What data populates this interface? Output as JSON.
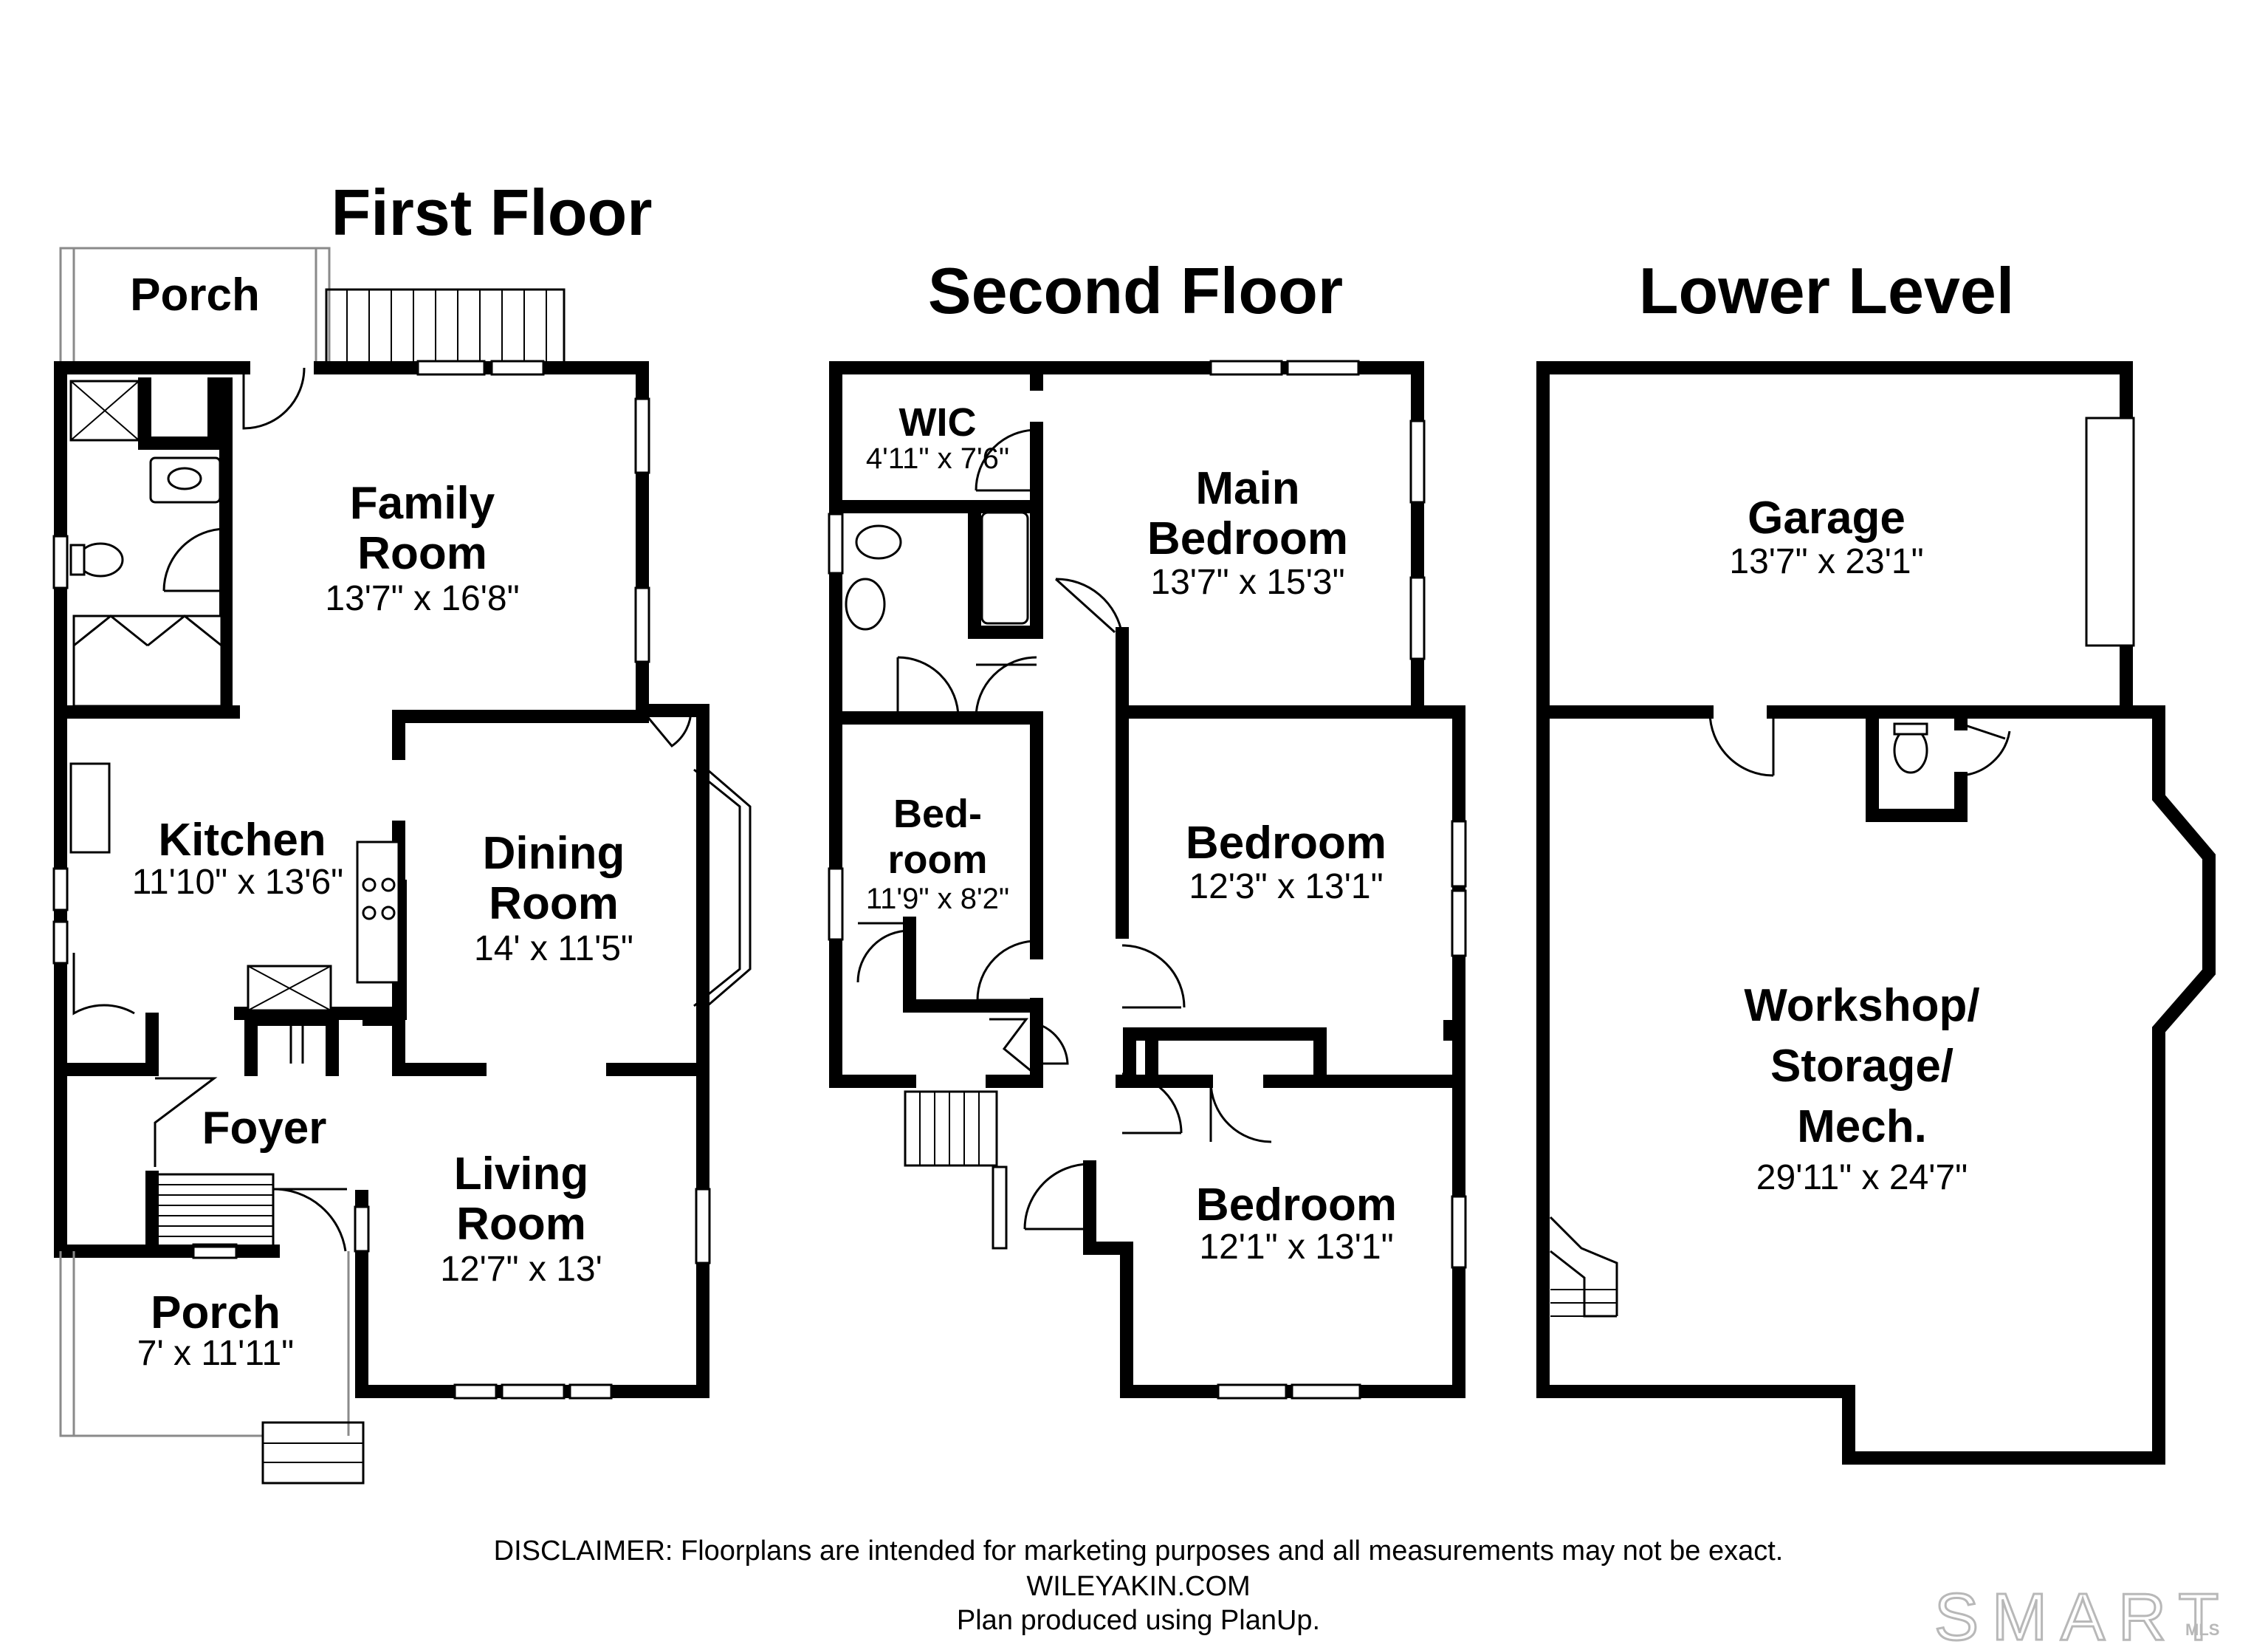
{
  "floors": {
    "first": {
      "title": "First Floor",
      "porch_top": "Porch",
      "family_room": {
        "name1": "Family",
        "name2": "Room",
        "dim": "13'7\" x 16'8\""
      },
      "kitchen": {
        "name": "Kitchen",
        "dim": "11'10\" x 13'6\""
      },
      "dining_room": {
        "name1": "Dining",
        "name2": "Room",
        "dim": "14' x 11'5\""
      },
      "foyer": "Foyer",
      "living_room": {
        "name1": "Living",
        "name2": "Room",
        "dim": "12'7\" x 13'"
      },
      "porch_bottom": {
        "name": "Porch",
        "dim": "7' x 11'11\""
      }
    },
    "second": {
      "title": "Second Floor",
      "wic": {
        "name": "WIC",
        "dim": "4'11\" x 7'6\""
      },
      "main_bedroom": {
        "name1": "Main",
        "name2": "Bedroom",
        "dim": "13'7\" x 15'3\""
      },
      "bedroom_small": {
        "name1": "Bed-",
        "name2": "room",
        "dim": "11'9\" x 8'2\""
      },
      "bedroom_mid": {
        "name": "Bedroom",
        "dim": "12'3\" x 13'1\""
      },
      "bedroom_low": {
        "name": "Bedroom",
        "dim": "12'1\" x 13'1\""
      }
    },
    "lower": {
      "title": "Lower Level",
      "garage": {
        "name": "Garage",
        "dim": "13'7\" x 23'1\""
      },
      "workshop": {
        "name1": "Workshop/",
        "name2": "Storage/",
        "name3": "Mech.",
        "dim": "29'11\" x 24'7\""
      }
    }
  },
  "disclaimer": {
    "line1": "DISCLAIMER: Floorplans are intended for marketing purposes and all measurements may not be exact.",
    "line2": "WILEYAKIN.COM",
    "line3": "Plan produced using PlanUp."
  },
  "brand": {
    "word": "SMART",
    "sub": "MLS"
  }
}
